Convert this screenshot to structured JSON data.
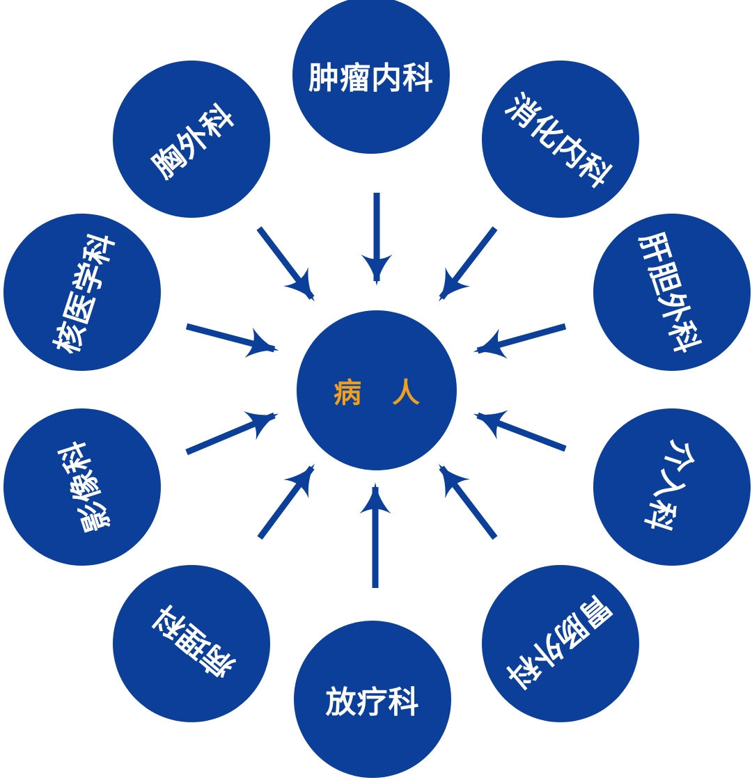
{
  "diagram": {
    "type": "hub-and-spoke",
    "center": {
      "label_part1": "病",
      "label_part2": "人",
      "color": "#f0a01c",
      "fill": "#0b3f9a"
    },
    "departments": [
      {
        "label": "肿瘤内科"
      },
      {
        "label": "消化内科"
      },
      {
        "label": "肝胆外科"
      },
      {
        "label": "介入科"
      },
      {
        "label": "胃肠外科"
      },
      {
        "label": "放疗科"
      },
      {
        "label": "病理科"
      },
      {
        "label": "影像科"
      },
      {
        "label": "核医学科"
      },
      {
        "label": "胸外科"
      }
    ],
    "node_fill": "#0b3f9a",
    "arrow_color": "#0b3f9a",
    "arrow_direction": "inward to center"
  }
}
